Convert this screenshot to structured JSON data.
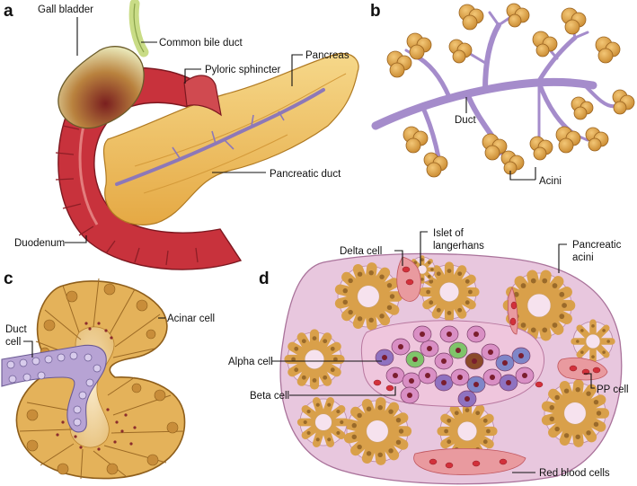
{
  "panels": {
    "a": {
      "letter": "a",
      "labels": {
        "gall_bladder": "Gall bladder",
        "common_bile_duct": "Common bile duct",
        "pyloric_sphincter": "Pyloric sphincter",
        "pancreas": "Pancreas",
        "pancreatic_duct": "Pancreatic duct",
        "duodenum": "Duodenum"
      }
    },
    "b": {
      "letter": "b",
      "labels": {
        "duct": "Duct",
        "acini": "Acini"
      }
    },
    "c": {
      "letter": "c",
      "labels": {
        "acinar_cell": "Acinar cell",
        "duct_cell_line1": "Duct",
        "duct_cell_line2": "cell"
      }
    },
    "d": {
      "letter": "d",
      "labels": {
        "delta_cell": "Delta cell",
        "islet_line1": "Islet of",
        "islet_line2": "langerhans",
        "pancreatic_acini_line1": "Pancreatic",
        "pancreatic_acini_line2": "acini",
        "alpha_cell": "Alpha cell",
        "beta_cell": "Beta cell",
        "pp_cell": "PP cell",
        "red_blood_cells": "Red blood cells"
      }
    }
  },
  "colors": {
    "gland_orange": "#e9b04d",
    "acinus_cell": "#d9a04a",
    "duct_purple": "#9b7fc0",
    "duodenum_red": "#c8323c",
    "pancreas_yellow": "#f0c66b",
    "islet_pink": "#e6a7c9",
    "blood_red": "#d2313b"
  }
}
